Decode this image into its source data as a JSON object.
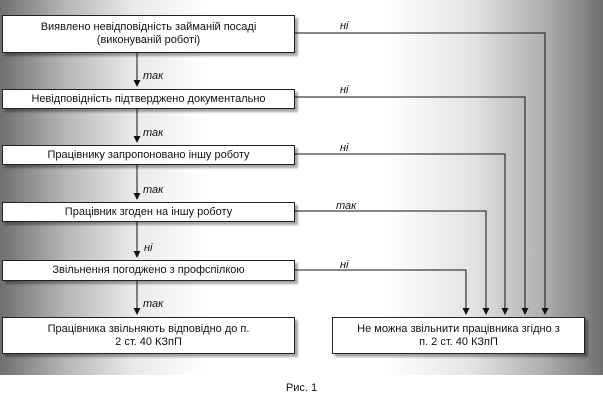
{
  "boxes": {
    "b1": "Виявлено невідповідність займаній посаді (виконуваній роботі)",
    "b2": "Невідповідність підтверджено документально",
    "b3": "Працівнику запропоновано іншу роботу",
    "b4": "Працівник згоден на іншу роботу",
    "b5": "Звільнення погоджено з профспілкою",
    "b6": "Працівника звільняють відповідно до п. 2 ст. 40 КЗпП",
    "b7": "Не можна звільнити працівника згідно з п. 2 ст. 40 КЗпП"
  },
  "labels": {
    "down1": "так",
    "down2": "так",
    "down3": "так",
    "down4": "ні",
    "down5": "так",
    "right1": "ні",
    "right2": "ні",
    "right3": "ні",
    "right4": "так",
    "right5": "ні"
  },
  "caption": "Рис. 1"
}
